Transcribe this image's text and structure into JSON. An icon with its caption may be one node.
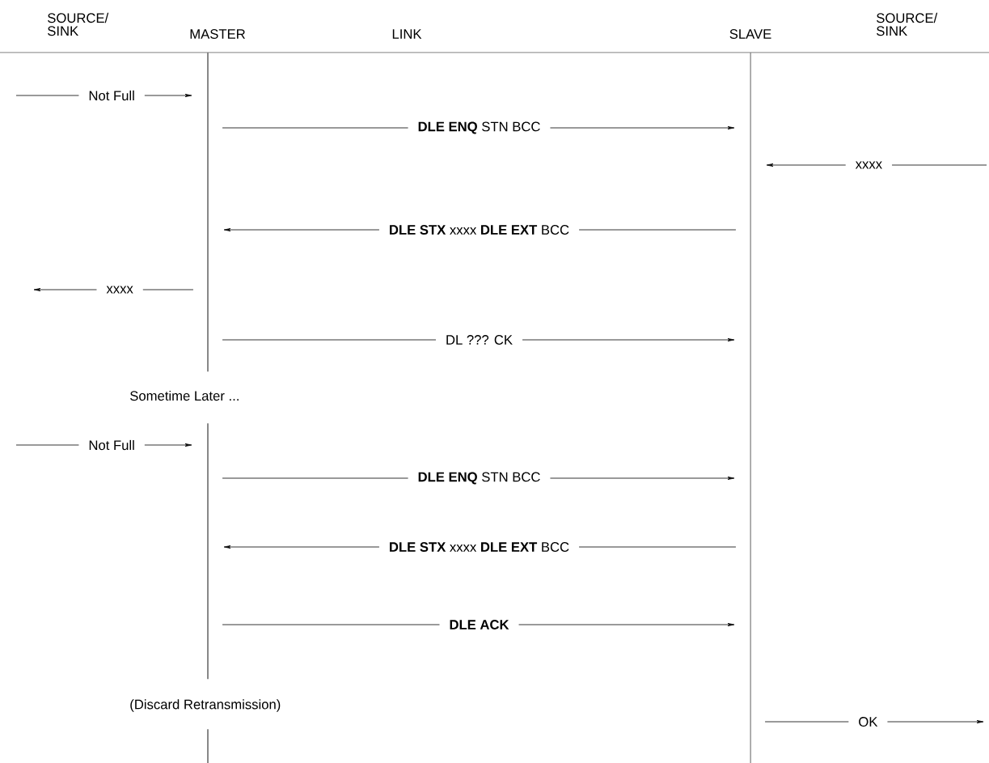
{
  "diagram": {
    "nodes": [
      {
        "text": [],
        "shape": "bar"
      },
      {
        "text": [],
        "shape": "bar"
      },
      {
        "text": [],
        "shape": "bar"
      },
      {
        "text": [],
        "shape": "bar"
      }
    ],
    "edges": [
      {
        "from": null,
        "to": 0,
        "arrow": "to",
        "label": "Not Full"
      },
      {
        "from": 0,
        "to": 3,
        "arrow": "to",
        "label": "**DLE** **ENQ** STN BCC"
      },
      {
        "from": null,
        "to": 3,
        "arrow": "to",
        "label": "xxxx"
      },
      {
        "from": 3,
        "to": 0,
        "arrow": "to",
        "label": "**DLE** **STX** xxxx **DLE** **EXT** BCC"
      },
      {
        "from": 0,
        "to": null,
        "arrow": "to",
        "label": "xxxx"
      },
      {
        "from": 0,
        "to": 3,
        "arrow": "to",
        "label": "DL ??? CK"
      },
      {
        "from": null,
        "to": 1,
        "arrow": "to",
        "label": "Not Full"
      },
      {
        "from": 1,
        "to": 3,
        "arrow": "to",
        "label": "**DLE** **ENQ** STN BCC"
      },
      {
        "from": 3,
        "to": 1,
        "arrow": "to",
        "label": "**DLE** **STX** xxxx **DLE** **EXT** BCC"
      },
      {
        "from": 1,
        "to": 3,
        "arrow": "to",
        "label": "**DLE** **ACK**"
      },
      {
        "from": 3,
        "to": null,
        "arrow": "to",
        "label": "OK"
      }
    ],
    "labels": [
      "SOURCE/ SINK",
      "MASTER",
      "LINK",
      "SLAVE",
      "SOURCE/ SINK",
      "Sometime Later ...",
      "(Discard Retransmission)"
    ]
  }
}
